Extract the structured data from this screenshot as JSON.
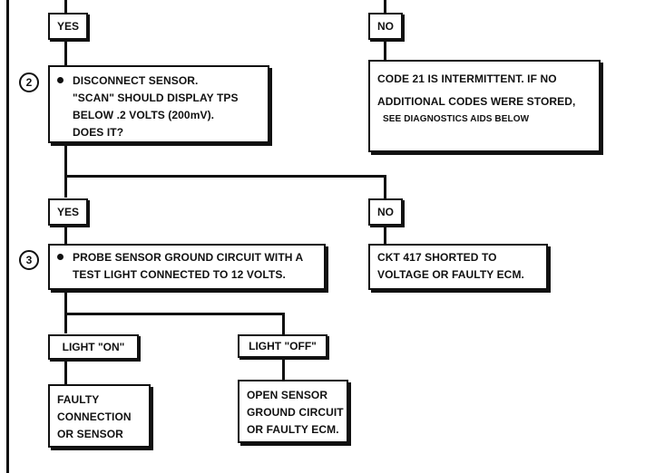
{
  "flowchart": {
    "top": {
      "yes_label": "YES",
      "no_label": "NO"
    },
    "step2": {
      "number": "2",
      "lines": [
        "DISCONNECT SENSOR.",
        "\"SCAN\" SHOULD DISPLAY TPS",
        "BELOW .2 VOLTS (200mV).",
        "DOES IT?"
      ]
    },
    "code21": {
      "lines": [
        "CODE 21 IS INTERMITTENT.  IF NO",
        "ADDITIONAL CODES WERE STORED,",
        "SEE DIAGNOSTICS AIDS BELOW"
      ]
    },
    "branch2": {
      "yes_label": "YES",
      "no_label": "NO"
    },
    "step3": {
      "number": "3",
      "lines": [
        "PROBE SENSOR GROUND CIRCUIT WITH A",
        "TEST LIGHT CONNECTED TO 12 VOLTS."
      ]
    },
    "ckt417": {
      "lines": [
        "CKT 417 SHORTED TO",
        "VOLTAGE OR FAULTY ECM."
      ]
    },
    "branch3": {
      "on_label": "LIGHT \"ON\"",
      "off_label": "LIGHT \"OFF\""
    },
    "faulty": {
      "lines": [
        "FAULTY",
        "CONNECTION",
        "OR SENSOR"
      ]
    },
    "open_sensor": {
      "lines": [
        "OPEN SENSOR",
        "GROUND CIRCUIT",
        "OR FAULTY ECM."
      ]
    }
  }
}
